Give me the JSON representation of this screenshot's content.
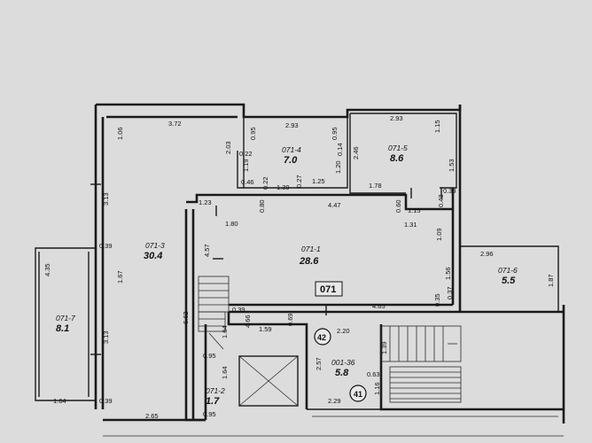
{
  "plan": {
    "apartment_label": "071",
    "rooms": [
      {
        "id": "071-3",
        "area": "30.4"
      },
      {
        "id": "071-4",
        "area": "7.0"
      },
      {
        "id": "071-5",
        "area": "8.6"
      },
      {
        "id": "071-1",
        "area": "28.6"
      },
      {
        "id": "071-6",
        "area": "5.5"
      },
      {
        "id": "071-7",
        "area": "8.1"
      },
      {
        "id": "071-2",
        "area": "1.7"
      },
      {
        "id": "001-36",
        "area": "5.8"
      }
    ],
    "markers": [
      "42",
      "41"
    ],
    "dimensions": {
      "d372": "3.72",
      "d106": "1.06",
      "d293a": "2.93",
      "d293b": "2.93",
      "d095a": "0.95",
      "d095b": "0.95",
      "d203": "2.03",
      "d022": "0.22",
      "d119": "1.19",
      "d014": "0.14",
      "d120": "1.20",
      "d046": "0.46",
      "d139": "1.39",
      "d022b": "0.22",
      "d027": "0.27",
      "d125": "1.25",
      "d246": "2.46",
      "d115": "1.15",
      "d153": "1.53",
      "d178": "1.78",
      "d039": "0.39",
      "d313a": "3.13",
      "d123": "1.23",
      "d180": "1.80",
      "d080": "0.80",
      "d447": "4.47",
      "d060": "0.60",
      "d115b": "1.15",
      "d043": "0.43",
      "d131": "1.31",
      "d109": "1.09",
      "d039b": "0.39",
      "d457": "4.57",
      "d167": "1.67",
      "d296": "2.96",
      "d156": "1.56",
      "d187": "1.87",
      "d037": "0.37",
      "d035": "0.35",
      "d435": "4.35",
      "d662": "6.62",
      "d039c": "0.39",
      "d466": "4.66",
      "d159": "1.59",
      "d069": "0.69",
      "d465": "4.65",
      "d313b": "3.13",
      "d220": "2.20",
      "d164": "1.64",
      "d095c": "0.95",
      "d257": "2.57",
      "d139b": "1.39",
      "d164b": "1.64",
      "d039d": "0.39",
      "d265": "2.65",
      "d095d": "0.95",
      "d063": "0.63",
      "d229": "2.29",
      "d116": "1.16",
      "d164c": "1.64"
    }
  }
}
